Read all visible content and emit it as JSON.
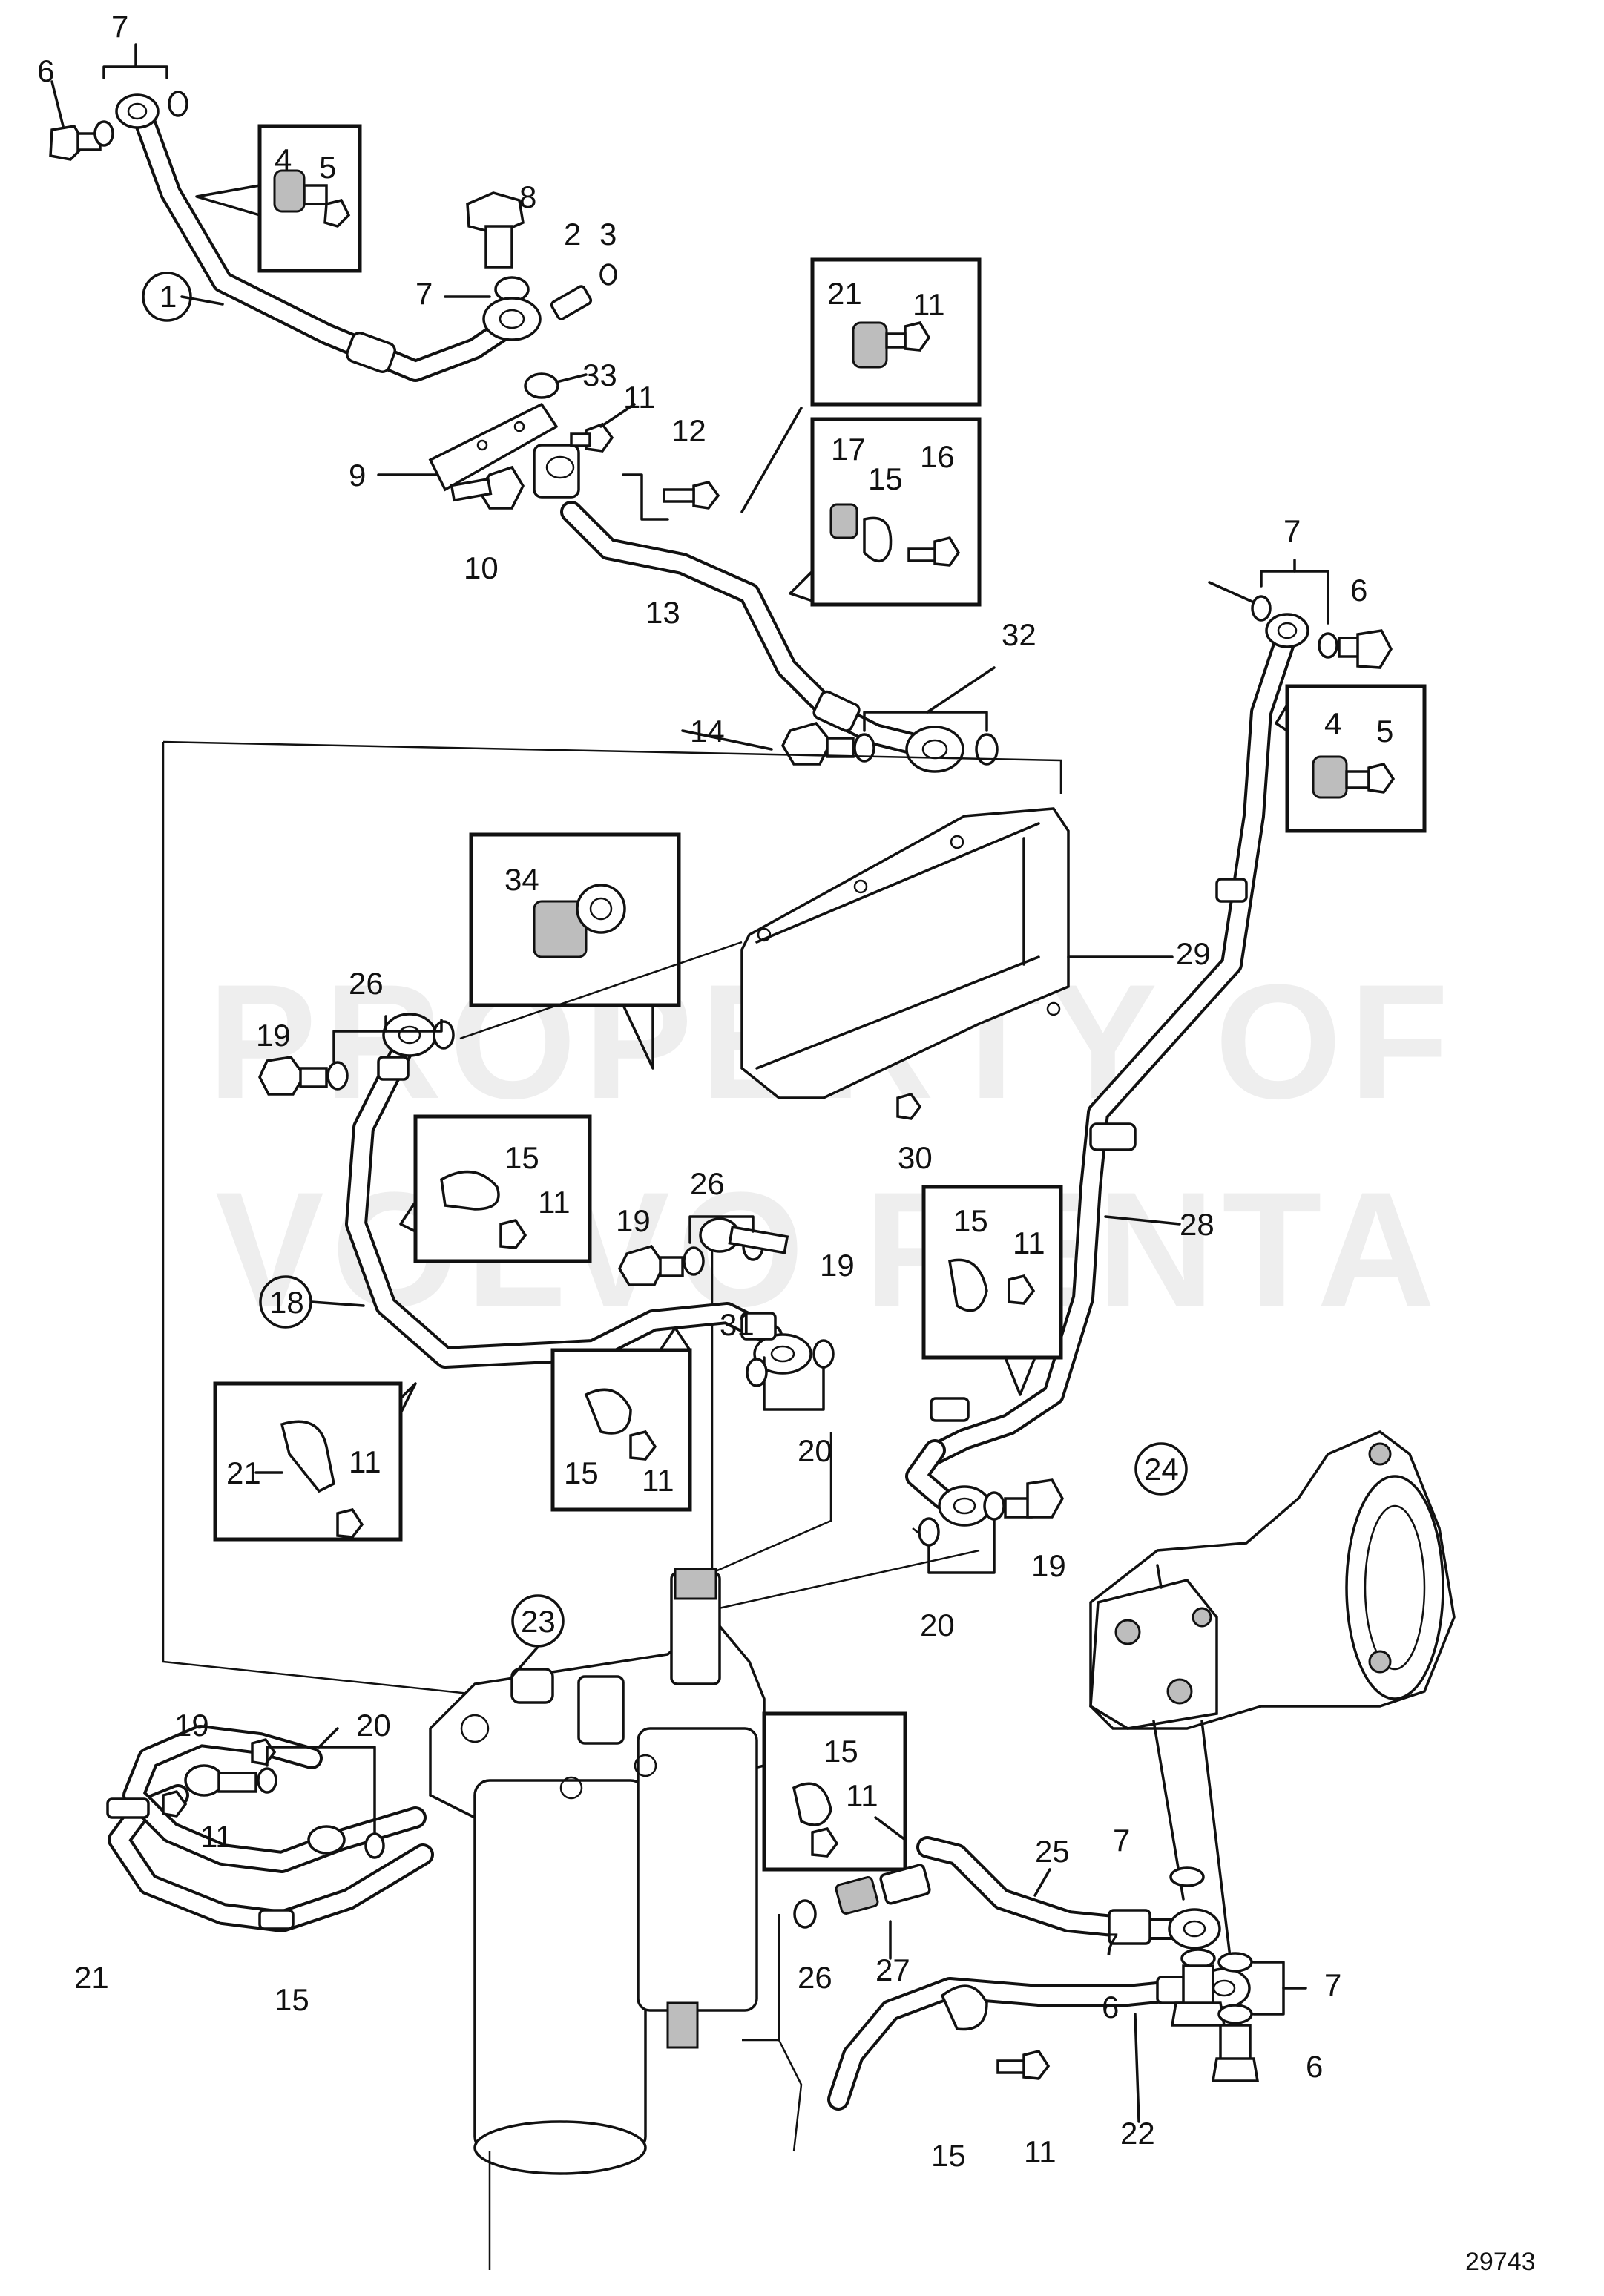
{
  "figure_number": "29743",
  "watermark": {
    "line1": "PROPERTY OF",
    "line2": "VOLVO PENTA"
  },
  "callouts": [
    {
      "id": "c1",
      "label": "1",
      "circled": true
    },
    {
      "id": "c2",
      "label": "2"
    },
    {
      "id": "c3",
      "label": "3"
    },
    {
      "id": "c4a",
      "label": "4"
    },
    {
      "id": "c5a",
      "label": "5"
    },
    {
      "id": "c6a",
      "label": "6"
    },
    {
      "id": "c7a",
      "label": "7"
    },
    {
      "id": "c7b",
      "label": "7"
    },
    {
      "id": "c8",
      "label": "8"
    },
    {
      "id": "c9",
      "label": "9"
    },
    {
      "id": "c10",
      "label": "10"
    },
    {
      "id": "c11a",
      "label": "11"
    },
    {
      "id": "c11b",
      "label": "11"
    },
    {
      "id": "c12",
      "label": "12"
    },
    {
      "id": "c13",
      "label": "13"
    },
    {
      "id": "c14",
      "label": "14"
    },
    {
      "id": "c15a",
      "label": "15"
    },
    {
      "id": "c16",
      "label": "16"
    },
    {
      "id": "c17",
      "label": "17"
    },
    {
      "id": "c21a",
      "label": "21"
    },
    {
      "id": "c33",
      "label": "33"
    },
    {
      "id": "c32",
      "label": "32"
    },
    {
      "id": "c7c",
      "label": "7"
    },
    {
      "id": "c6b",
      "label": "6"
    },
    {
      "id": "c4b",
      "label": "4"
    },
    {
      "id": "c5b",
      "label": "5"
    },
    {
      "id": "c34",
      "label": "34"
    },
    {
      "id": "c29",
      "label": "29"
    },
    {
      "id": "c26a",
      "label": "26"
    },
    {
      "id": "c19a",
      "label": "19"
    },
    {
      "id": "c26b",
      "label": "26"
    },
    {
      "id": "c19b",
      "label": "19"
    },
    {
      "id": "c15b",
      "label": "15"
    },
    {
      "id": "c11c",
      "label": "11"
    },
    {
      "id": "c31",
      "label": "31"
    },
    {
      "id": "c30",
      "label": "30"
    },
    {
      "id": "c28",
      "label": "28"
    },
    {
      "id": "c15c",
      "label": "15"
    },
    {
      "id": "c11d",
      "label": "11"
    },
    {
      "id": "c18",
      "label": "18",
      "circled": true
    },
    {
      "id": "c19c",
      "label": "19"
    },
    {
      "id": "c20a",
      "label": "20"
    },
    {
      "id": "c15d",
      "label": "15"
    },
    {
      "id": "c11e",
      "label": "11"
    },
    {
      "id": "c21b",
      "label": "21"
    },
    {
      "id": "c11f",
      "label": "11"
    },
    {
      "id": "c19d",
      "label": "19"
    },
    {
      "id": "c20b",
      "label": "20"
    },
    {
      "id": "c24",
      "label": "24",
      "circled": true
    },
    {
      "id": "c23",
      "label": "23",
      "circled": true
    },
    {
      "id": "c19e",
      "label": "19"
    },
    {
      "id": "c20c",
      "label": "20"
    },
    {
      "id": "c11g",
      "label": "11"
    },
    {
      "id": "c21c",
      "label": "21"
    },
    {
      "id": "c15e",
      "label": "15"
    },
    {
      "id": "c15f",
      "label": "15"
    },
    {
      "id": "c11h",
      "label": "11"
    },
    {
      "id": "c25",
      "label": "25"
    },
    {
      "id": "c7d",
      "label": "7"
    },
    {
      "id": "c26c",
      "label": "26"
    },
    {
      "id": "c27",
      "label": "27"
    },
    {
      "id": "c7e",
      "label": "7"
    },
    {
      "id": "c6c",
      "label": "6"
    },
    {
      "id": "c7f",
      "label": "7"
    },
    {
      "id": "c6d",
      "label": "6"
    },
    {
      "id": "c15g",
      "label": "15"
    },
    {
      "id": "c11i",
      "label": "11"
    },
    {
      "id": "c22",
      "label": "22"
    }
  ]
}
